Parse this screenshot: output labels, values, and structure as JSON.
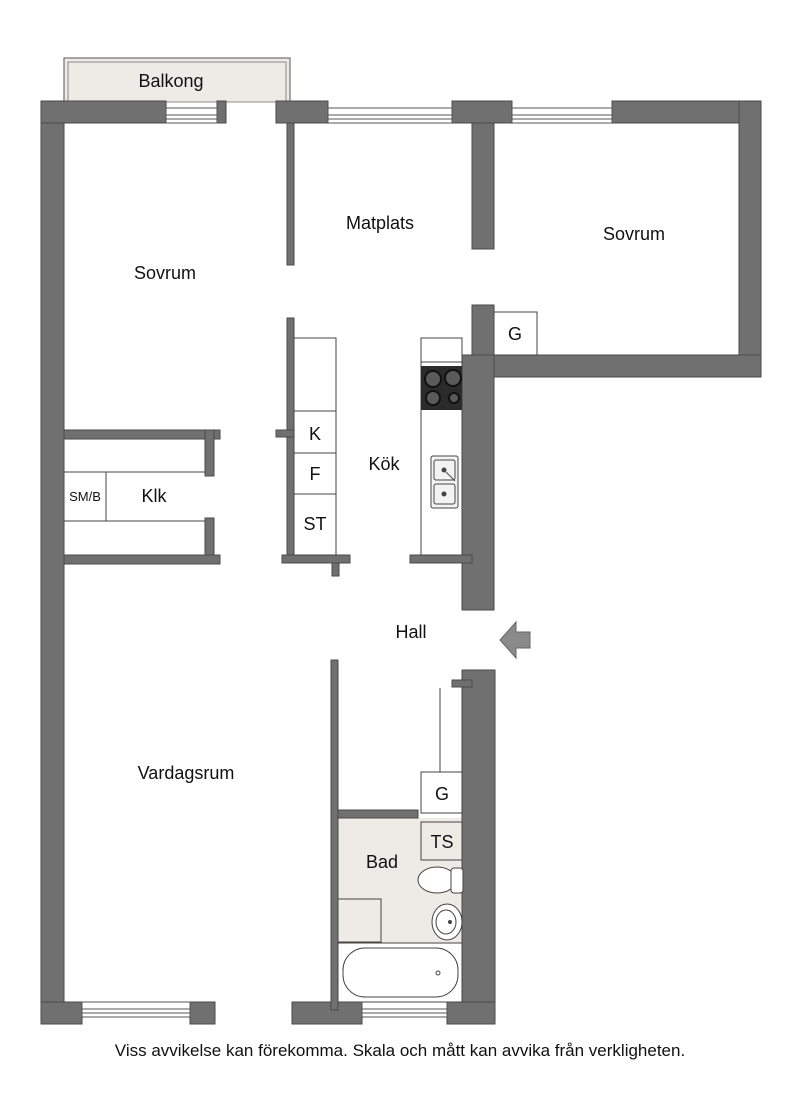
{
  "rooms": {
    "balkong": "Balkong",
    "sovrum_left": "Sovrum",
    "matplats": "Matplats",
    "sovrum_right": "Sovrum",
    "kok": "Kök",
    "klk": "Klk",
    "hall": "Hall",
    "vardagsrum": "Vardagsrum",
    "bad": "Bad"
  },
  "fixtures": {
    "g_top": "G",
    "k": "K",
    "f": "F",
    "st": "ST",
    "smb": "SM/B",
    "g_hall": "G",
    "ts": "TS"
  },
  "icons": [
    "stove-icon",
    "sink-icon",
    "entrance-arrow-icon",
    "toilet-icon",
    "washbasin-icon",
    "bathtub-icon"
  ],
  "colors": {
    "wall": "#707070",
    "wall_edge": "#4a4a4a",
    "balcony_fill": "#eeebe6",
    "bathroom_fill": "#eeebe6",
    "stove": "#2b2b2b"
  },
  "footer": {
    "disclaimer": "Viss avvikelse kan förekomma. Skala och mått kan avvika från verkligheten."
  }
}
